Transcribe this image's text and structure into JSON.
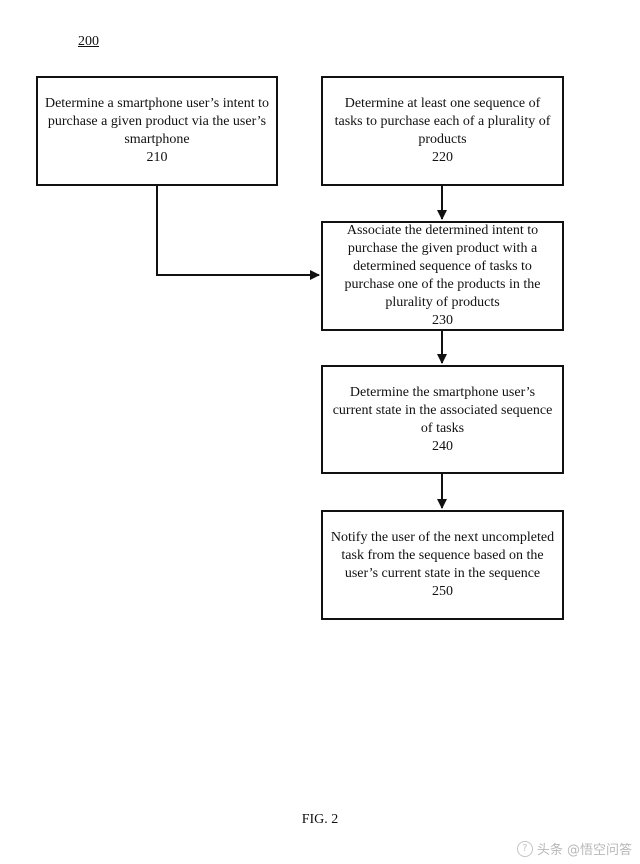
{
  "figure_ref": "200",
  "boxes": {
    "b210": {
      "text": "Determine a smartphone user’s intent to purchase a given product via the user’s smartphone",
      "number": "210"
    },
    "b220": {
      "text": "Determine at least one sequence of tasks to purchase each of a plurality of products",
      "number": "220"
    },
    "b230": {
      "text": "Associate the determined intent to purchase the given product with a determined sequence of tasks to purchase one of the products in the plurality of products",
      "number": "230"
    },
    "b240": {
      "text": "Determine the smartphone user’s current state in the associated sequence of tasks",
      "number": "240"
    },
    "b250": {
      "text": "Notify the user of the next uncompleted task from the sequence based on the user’s current state in the sequence",
      "number": "250"
    }
  },
  "caption": "FIG. 2",
  "watermark": "头条 @悟空问答",
  "colors": {
    "line": "#111111",
    "background": "#ffffff"
  }
}
